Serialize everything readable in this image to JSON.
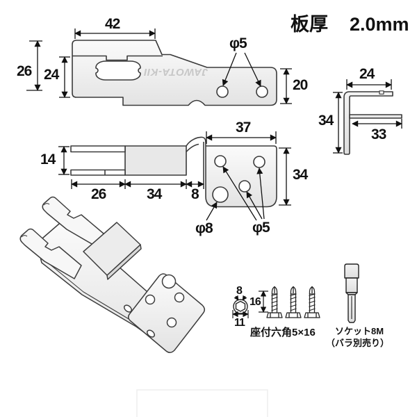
{
  "header": {
    "label": "板厚",
    "value": "2.0mm"
  },
  "top_view": {
    "dim_width": "42",
    "dim_height_outer": "26",
    "dim_height_inner": "24",
    "dim_height_right": "20",
    "hole_label": "φ5",
    "stamp": "JAWOTA-KII"
  },
  "side_view": {
    "dim_fork": "14",
    "dim_seg1": "26",
    "dim_seg2": "34",
    "dim_seg3": "8"
  },
  "plate_view": {
    "dim_width": "37",
    "dim_height": "34",
    "hole_big_label": "φ8",
    "hole_small_label": "φ5"
  },
  "angle_view": {
    "dim_top": "24",
    "dim_height": "34",
    "dim_arm": "33"
  },
  "hardware": {
    "dim_hex": "8",
    "dim_washer": "11",
    "dim_length": "16",
    "screws_label": "座付六角5×16",
    "socket_label": "ソケット8M",
    "socket_note": "（バラ別売り）"
  }
}
